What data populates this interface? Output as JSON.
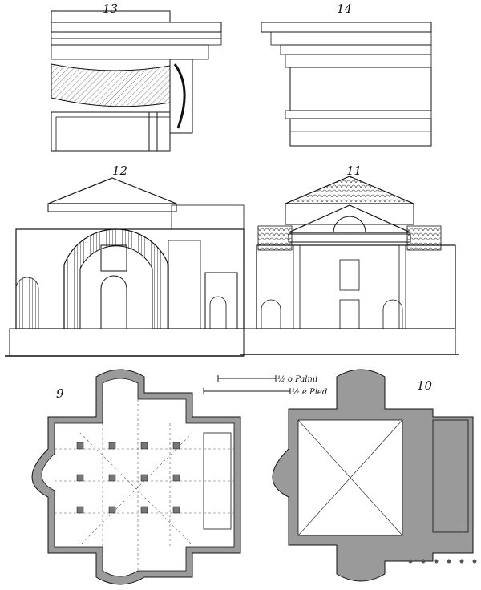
{
  "figures": {
    "fig13": {
      "number": "13"
    },
    "fig14": {
      "number": "14"
    },
    "fig12": {
      "number": "12"
    },
    "fig11": {
      "number": "11"
    },
    "fig9": {
      "number": "9"
    },
    "fig10": {
      "number": "10"
    }
  },
  "scale_bars": {
    "palmi": {
      "label": "½ o Palmi"
    },
    "piedi": {
      "label": "½ e Pied"
    }
  }
}
